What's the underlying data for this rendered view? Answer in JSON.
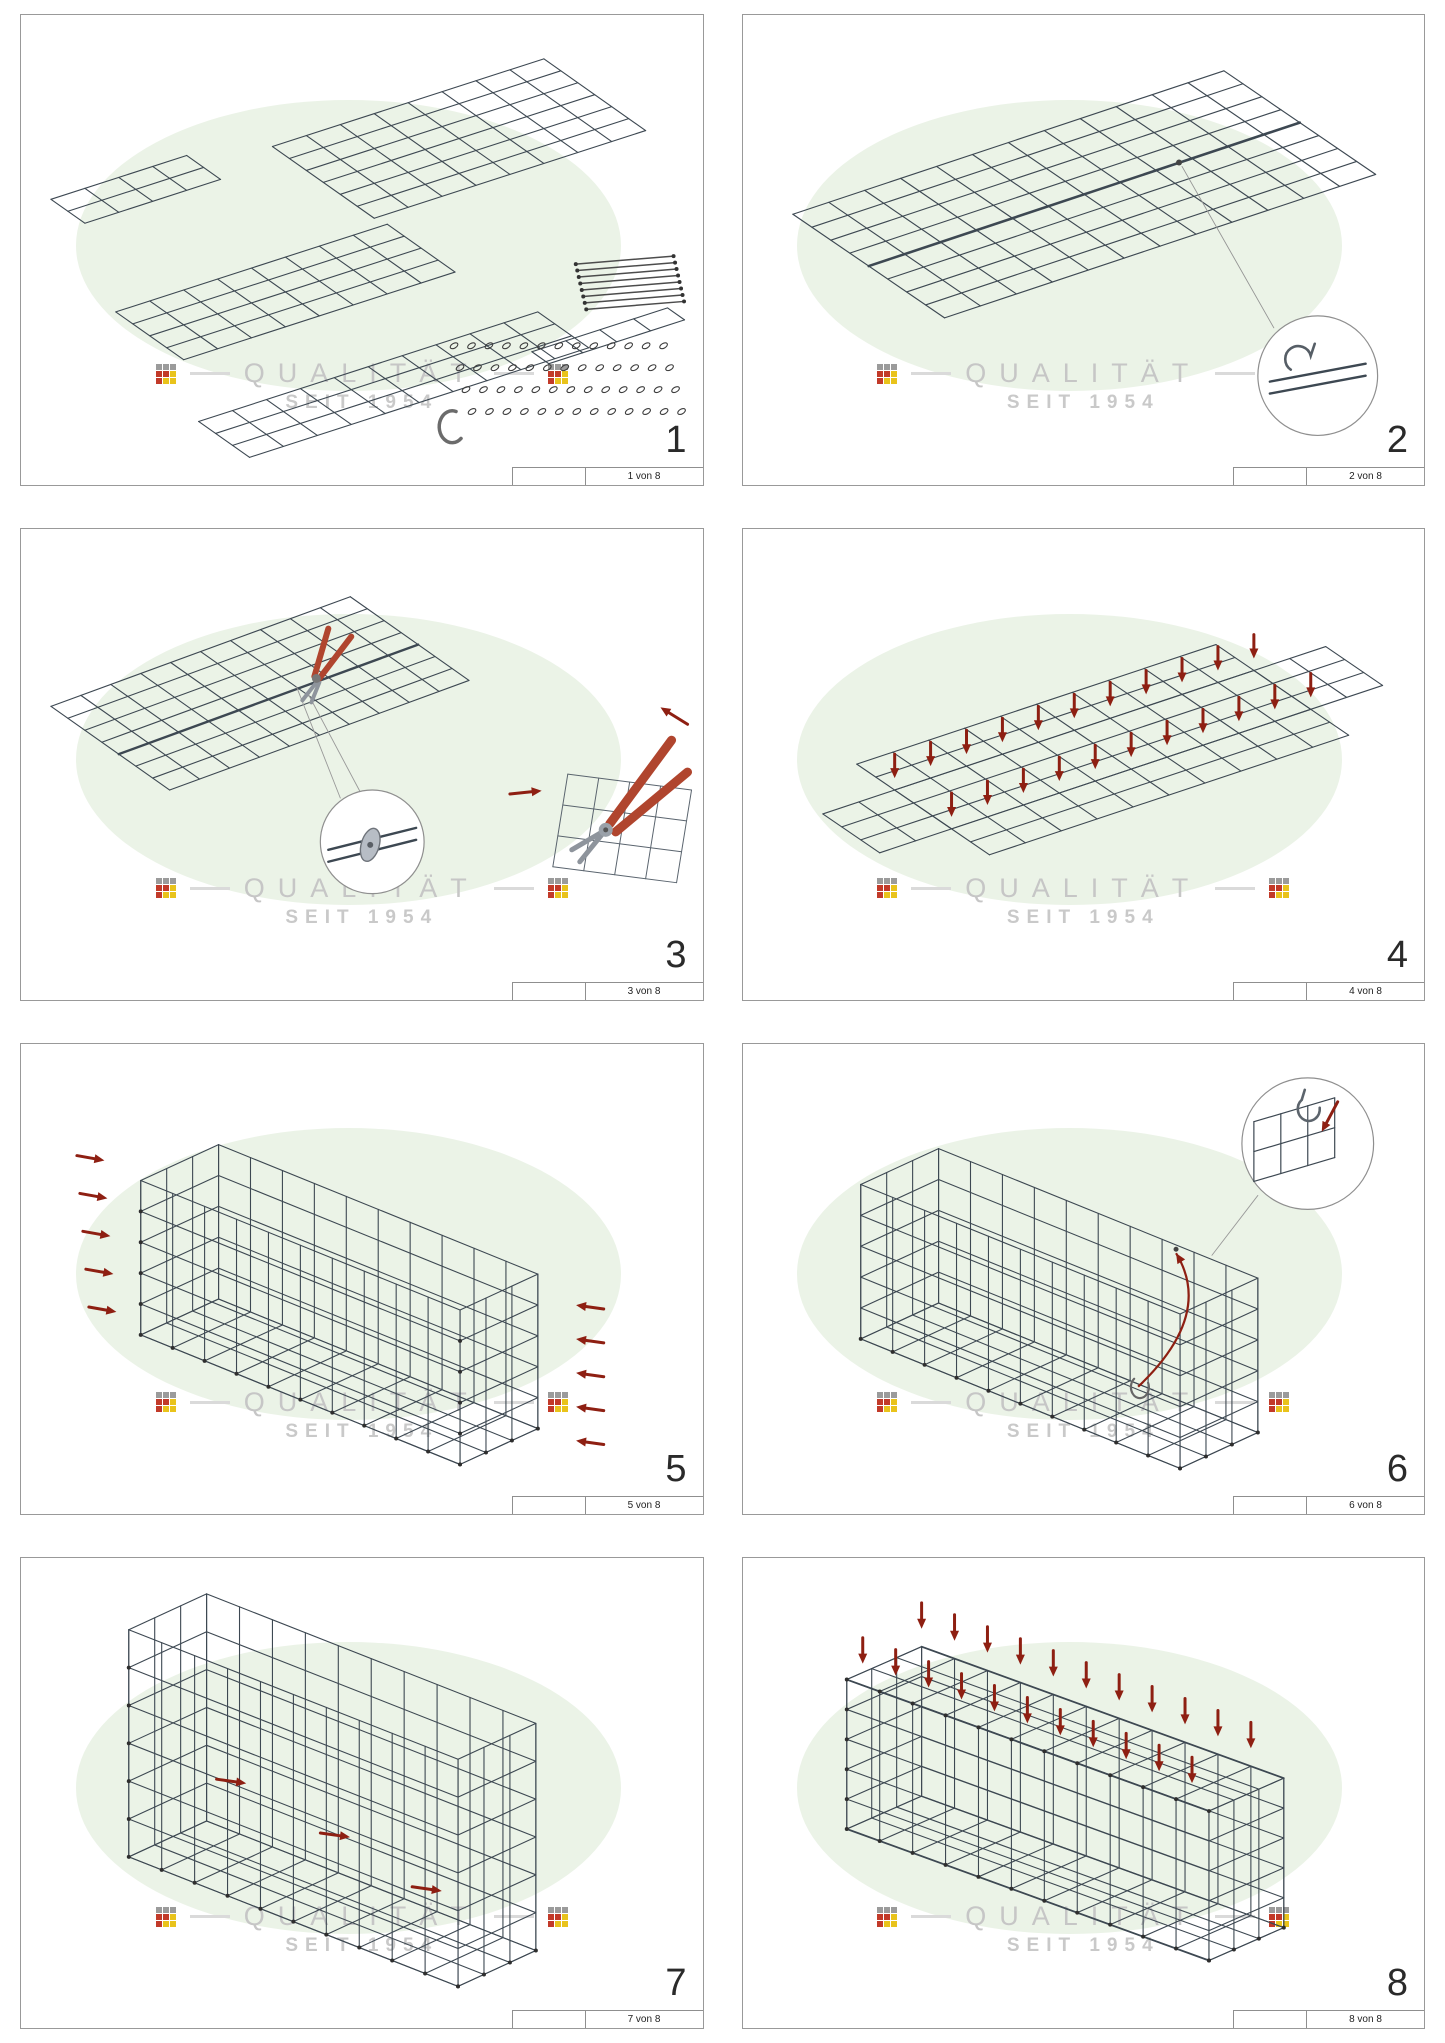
{
  "page": {
    "background": "#ffffff",
    "panel_border": "#999999"
  },
  "watermark": {
    "brand": "QUALITÄT",
    "since": "SEIT 1954",
    "ellipse_color": "#ebf3e7",
    "flag_rows": [
      [
        "#9b9b9b",
        "#9b9b9b",
        "#9b9b9b"
      ],
      [
        "#c23a29",
        "#c23a29",
        "#e9c31b"
      ],
      [
        "#c23a29",
        "#e9c31b",
        "#e9c31b"
      ]
    ]
  },
  "colors": {
    "wire": "#3d4852",
    "arrow_red": "#8e1f12",
    "plier_handle_red": "#b0452e",
    "steel": "#8e949c",
    "detail_circle_stroke": "#8f8f8f"
  },
  "panels": [
    {
      "step": "1",
      "sheet_label": "1 von 8"
    },
    {
      "step": "2",
      "sheet_label": "2 von 8"
    },
    {
      "step": "3",
      "sheet_label": "3 von 8"
    },
    {
      "step": "4",
      "sheet_label": "4 von 8"
    },
    {
      "step": "5",
      "sheet_label": "5 von 8"
    },
    {
      "step": "6",
      "sheet_label": "6 von 8"
    },
    {
      "step": "7",
      "sheet_label": "7 von 8"
    },
    {
      "step": "8",
      "sheet_label": "8 von 8"
    }
  ]
}
